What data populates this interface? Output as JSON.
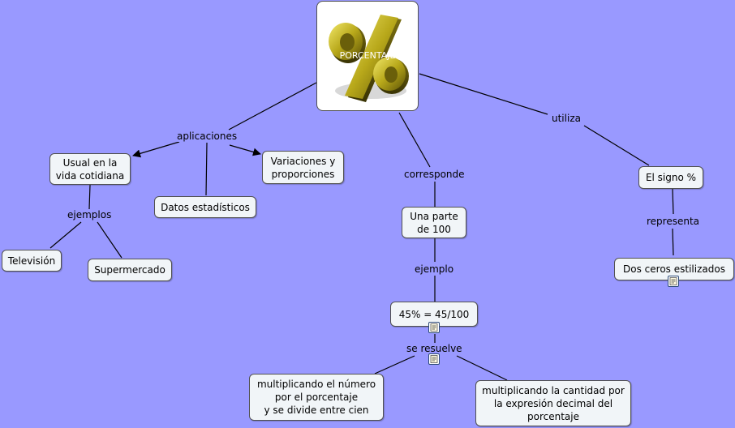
{
  "central": {
    "label": "PORCENTAJE",
    "icon": "percent-sign-3d-icon"
  },
  "nodes": {
    "usual": "Usual en la\nvida cotidiana",
    "variaciones": "Variaciones y\nproporciones",
    "datos": "Datos estadísticos",
    "television": "Televisión",
    "supermercado": "Supermercado",
    "una_parte": "Una parte\nde 100",
    "ejemplo_valor": "45% = 45/100",
    "multiplicando_numero": "multiplicando el número\npor el porcentaje\ny se divide entre cien",
    "multiplicando_cantidad": "multiplicando la cantidad por\nla expresión decimal del\nporcentaje",
    "signo": "El signo %",
    "dos_ceros": "Dos ceros estilizados"
  },
  "links": {
    "aplicaciones": "aplicaciones",
    "ejemplos": "ejemplos",
    "corresponde": "corresponde",
    "ejemplo": "ejemplo",
    "se_resuelve": "se resuelve",
    "utiliza": "utiliza",
    "representa": "representa"
  },
  "colors": {
    "background": "#9999ff",
    "node_fill": "#f1f5f8",
    "line": "#000000"
  }
}
